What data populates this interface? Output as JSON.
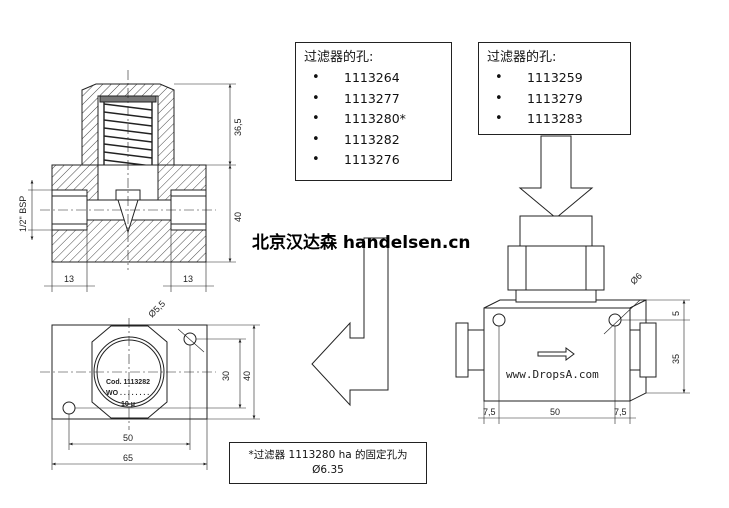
{
  "watermark": "北京汉达森 handelsen.cn",
  "note_left": {
    "title": "过滤器的孔:",
    "items": [
      "1113264",
      "1113277",
      "1113280*",
      "1113282",
      "1113276"
    ]
  },
  "note_right": {
    "title": "过滤器的孔:",
    "items": [
      "1113259",
      "1113279",
      "1113283"
    ]
  },
  "footnote": {
    "line1": "*过滤器 1113280 ha 的固定孔为",
    "line2": "Ø6.35"
  },
  "section_view": {
    "dim_height_top": "36,5",
    "dim_height_body": "40",
    "dim_thread": "1/2\" BSP",
    "dim_left_port": "13",
    "dim_right_port": "13"
  },
  "top_view": {
    "hole_dia": "Ø5,5",
    "plate_text_cod": "Cod. 1113282",
    "plate_text_wo": "WO . . . . . . . .",
    "plate_text_micron": "10 μ",
    "dim_inner_height": "30",
    "dim_outer_height": "40",
    "dim_inner_width": "50",
    "dim_outer_width": "65"
  },
  "iso_view": {
    "hole_dia": "Ø6",
    "brand": "www.DropsA.com",
    "dim_top": "5",
    "dim_height": "35",
    "dim_left": "7,5",
    "dim_mid": "50",
    "dim_right": "7,5"
  },
  "colors": {
    "line": "#222222",
    "hatch": "#333333"
  }
}
